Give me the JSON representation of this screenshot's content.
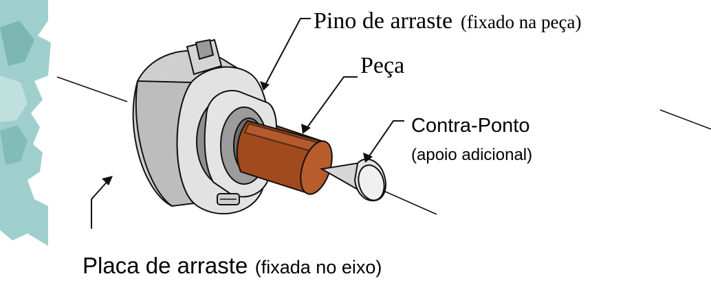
{
  "labels": {
    "pino": {
      "main": "Pino de arraste",
      "note": "(fixado na peça)"
    },
    "peca": {
      "main": "Peça"
    },
    "contraponto": {
      "main": "Contra-Ponto",
      "note": "(apoio adicional)"
    },
    "placa": {
      "main": "Placa de arraste",
      "note": "(fixada no eixo)"
    }
  },
  "colors": {
    "gear": "#9fcfcd",
    "gear_dark": "#5fa39f",
    "workpiece": "#a04a1e",
    "workpiece_light": "#c36a3c",
    "metal": "#d9d9d9",
    "metal_dark": "#a8a8a8",
    "outline": "#111111"
  }
}
